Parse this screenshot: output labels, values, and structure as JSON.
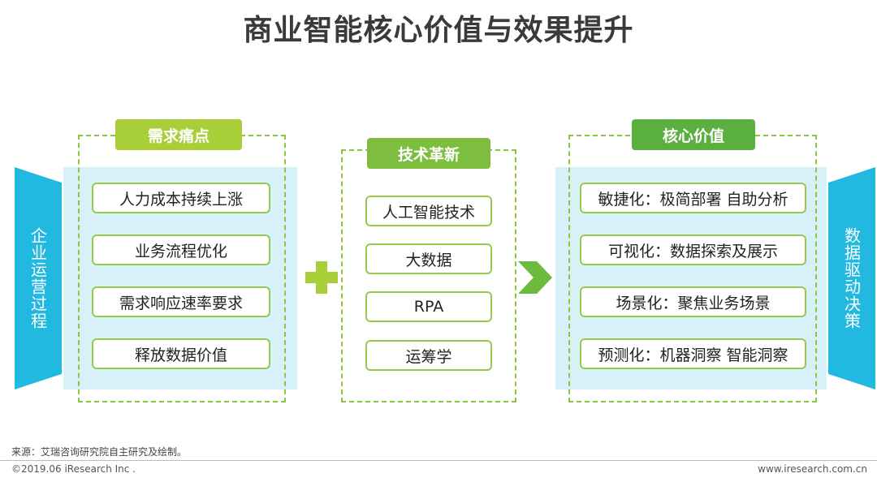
{
  "title": "商业智能核心价值与效果提升",
  "left_side": "企业运营过程",
  "right_side": "数据驱动决策",
  "panels": [
    {
      "tag": "需求痛点",
      "items": [
        "人力成本持续上涨",
        "业务流程优化",
        "需求响应速率要求",
        "释放数据价值"
      ]
    },
    {
      "tag": "技术革新",
      "items": [
        "人工智能技术",
        "大数据",
        "RPA",
        "运筹学"
      ]
    },
    {
      "tag": "核心价值",
      "items": [
        "敏捷化：极简部署 自助分析",
        "可视化：数据探索及展示",
        "场景化：聚焦业务场景",
        "预测化：机器洞察 智能洞察"
      ]
    }
  ],
  "footer": {
    "source": "来源：艾瑞咨询研究院自主研究及绘制。",
    "copyright": "©2019.06 iResearch Inc .",
    "website": "www.iresearch.com.cn"
  },
  "colors": {
    "cyan_band": "#d6f1f8",
    "side_label": "#22b9e0",
    "green_light": "#a8cf38",
    "green_mid": "#7ebe3f",
    "green_dark": "#5aaf3e"
  }
}
